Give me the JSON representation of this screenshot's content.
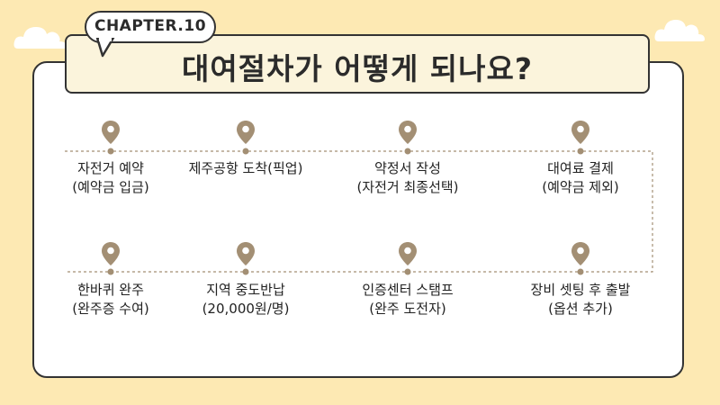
{
  "chapter_tag": "CHAPTER.10",
  "title": "대여절차가 어떻게 되나요?",
  "colors": {
    "background": "#fde9b3",
    "pin": "#a38f74",
    "route_line": "#a38f74",
    "outline": "#333333"
  },
  "rows": [
    {
      "steps": [
        {
          "line1": "자전거 예약",
          "line2": "(예약금 입금)",
          "icon": "location-pin-icon"
        },
        {
          "line1": "제주공항 도착(픽업)",
          "line2": "",
          "icon": "location-pin-icon"
        },
        {
          "line1": "약정서 작성",
          "line2": "(자전거 최종선택)",
          "icon": "location-pin-icon"
        },
        {
          "line1": "대여료 결제",
          "line2": "(예약금 제외)",
          "icon": "location-pin-icon"
        }
      ]
    },
    {
      "steps": [
        {
          "line1": "한바퀴 완주",
          "line2": "(완주증 수여)",
          "icon": "location-pin-icon"
        },
        {
          "line1": "지역 중도반납",
          "line2": "(20,000원/명)",
          "icon": "location-pin-icon"
        },
        {
          "line1": "인증센터 스탬프",
          "line2": "(완주 도전자)",
          "icon": "location-pin-icon"
        },
        {
          "line1": "장비 셋팅 후 출발",
          "line2": "(옵션 추가)",
          "icon": "location-pin-icon"
        }
      ]
    }
  ]
}
